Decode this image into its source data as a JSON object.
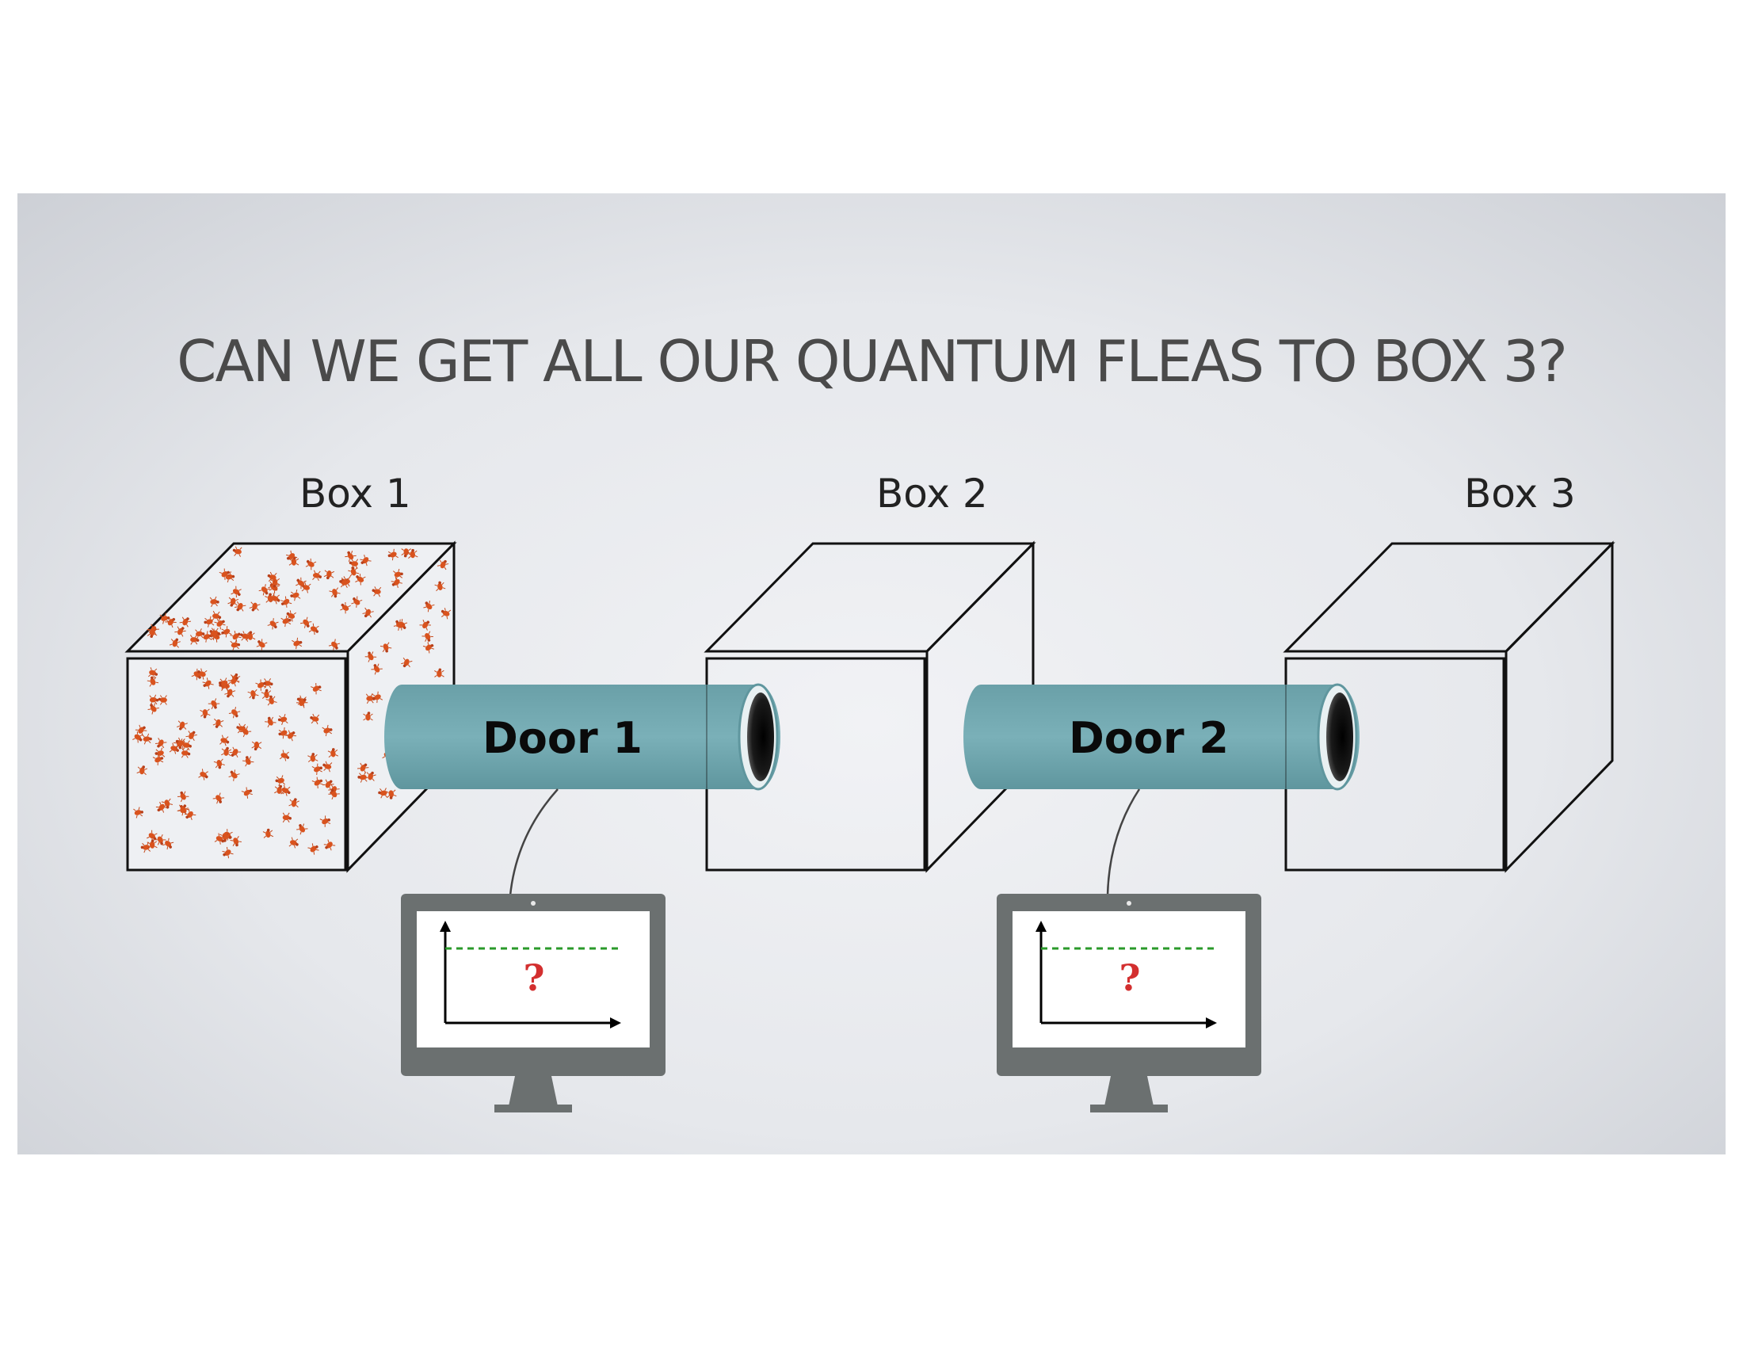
{
  "slide": {
    "title": "CAN WE GET ALL OUR QUANTUM FLEAS TO BOX 3?"
  },
  "boxes": [
    {
      "label": "Box 1"
    },
    {
      "label": "Box 2"
    },
    {
      "label": "Box 3"
    }
  ],
  "doors": [
    {
      "label": "Door 1"
    },
    {
      "label": "Door 2"
    }
  ],
  "monitors": [
    {
      "readout": "?"
    },
    {
      "readout": "?"
    }
  ],
  "colors": {
    "tube": "#72a8b0",
    "flea": "#d9531e",
    "monitor": "#6b7070",
    "threshold_line": "#2a9a2a",
    "question_mark": "#d32f2f"
  }
}
